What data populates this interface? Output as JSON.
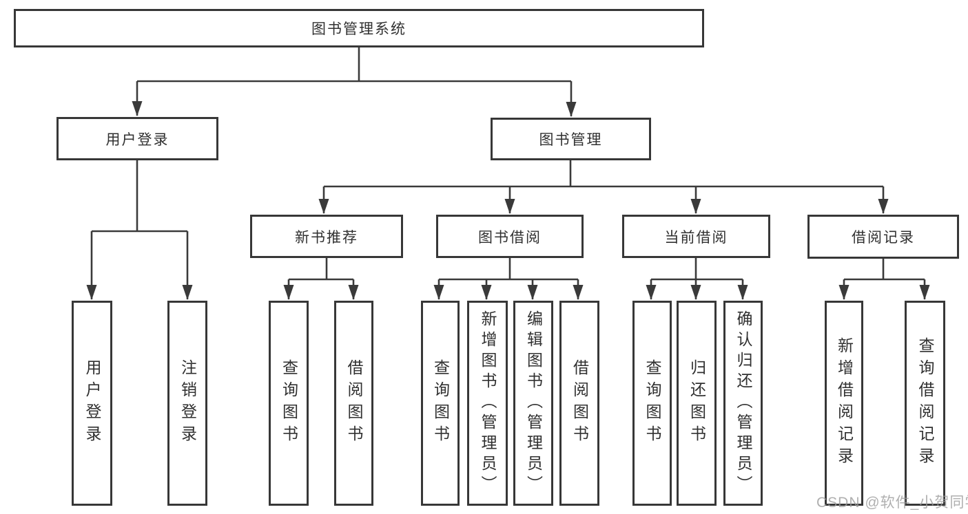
{
  "diagram": {
    "type": "hierarchy-tree",
    "root": {
      "label": "图书管理系统"
    },
    "user": {
      "label": "用户登录",
      "children": [
        {
          "label": "用户登录"
        },
        {
          "label": "注销登录"
        }
      ]
    },
    "mgmt": {
      "label": "图书管理",
      "children": [
        {
          "label": "新书推荐",
          "children": [
            {
              "label": "查询图书"
            },
            {
              "label": "借阅图书"
            }
          ]
        },
        {
          "label": "图书借阅",
          "children": [
            {
              "label": "查询图书"
            },
            {
              "label": "新增图书（管理员）"
            },
            {
              "label": "编辑图书（管理员）"
            },
            {
              "label": "借阅图书"
            }
          ]
        },
        {
          "label": "当前借阅",
          "children": [
            {
              "label": "查询图书"
            },
            {
              "label": "归还图书"
            },
            {
              "label": "确认归还（管理员）"
            }
          ]
        },
        {
          "label": "借阅记录",
          "children": [
            {
              "label": "新增借阅记录"
            },
            {
              "label": "查询借阅记录"
            }
          ]
        }
      ]
    }
  },
  "watermark": {
    "text": "CSDN @软件_小贺同学"
  },
  "colors": {
    "line": "#3a3a3a",
    "border": "#373737",
    "text": "#303030",
    "background": "#ffffff",
    "watermark": "#9c9c9c"
  }
}
